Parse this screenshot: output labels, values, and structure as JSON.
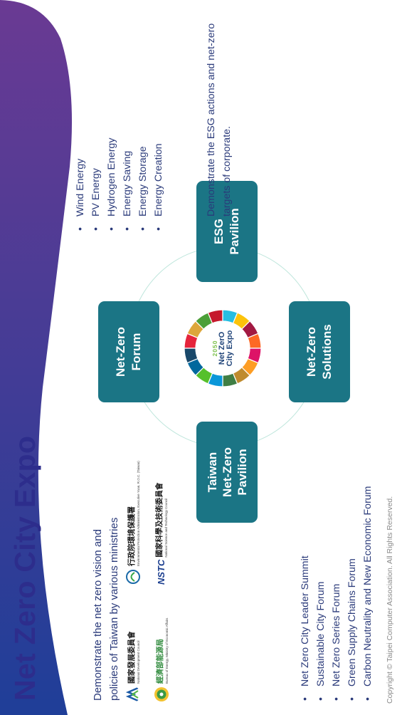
{
  "title": "Net Zero City Expo",
  "subtitle_lines": [
    "Demonstrate the net zero vision and",
    "policies of Taiwan by various ministries"
  ],
  "logos": [
    {
      "name": "ndc",
      "zh": "國家發展委員會",
      "en": "National Development Council"
    },
    {
      "name": "epa",
      "zh": "行政院環境保護署",
      "en": "Environmental Protection Administration, Executive Yuan, R.O.C. (Taiwan)"
    },
    {
      "name": "moea",
      "zh": "經濟部能源局",
      "en": "Bureau of Energy, Ministry of Economic Affairs"
    },
    {
      "name": "nstc",
      "mark": "NSTC",
      "zh": "國家科學及技術委員會",
      "en": "National Science and Technology Council"
    }
  ],
  "forum_items": [
    "Net Zero City Leader Summit",
    "Sustainable City Forum",
    "Net Zero Series Forum",
    "Green Supply Chains Forum",
    "Carbon Neutrality and New Economic Forum"
  ],
  "energy_items": [
    "Wind Energy",
    "PV Energy",
    "Hydrogen Energy",
    "Energy Saving",
    "Energy Storage",
    "Energy Creation"
  ],
  "esg_description": "Demonstrate the ESG actions and net-zero targets of corporate.",
  "boxes": {
    "forum": [
      "Net-Zero",
      "Forum"
    ],
    "pavilion": [
      "Taiwan",
      "Net-Zero",
      "Pavilion"
    ],
    "solutions": [
      "Net-Zero",
      "Solutions"
    ],
    "esg": [
      "ESG",
      "Pavilion"
    ]
  },
  "center_logo": {
    "year": "2050",
    "line1": "Net ZerO",
    "line2": "City Expo"
  },
  "copyright": "Copyright © Taipei Computer Association. All Rights Reserved.",
  "colors": {
    "box": "#1b7585",
    "title": "#2d2d8c",
    "text": "#2a3a7a",
    "wave_start": "#1f3e98",
    "wave_end": "#6a3a93"
  }
}
